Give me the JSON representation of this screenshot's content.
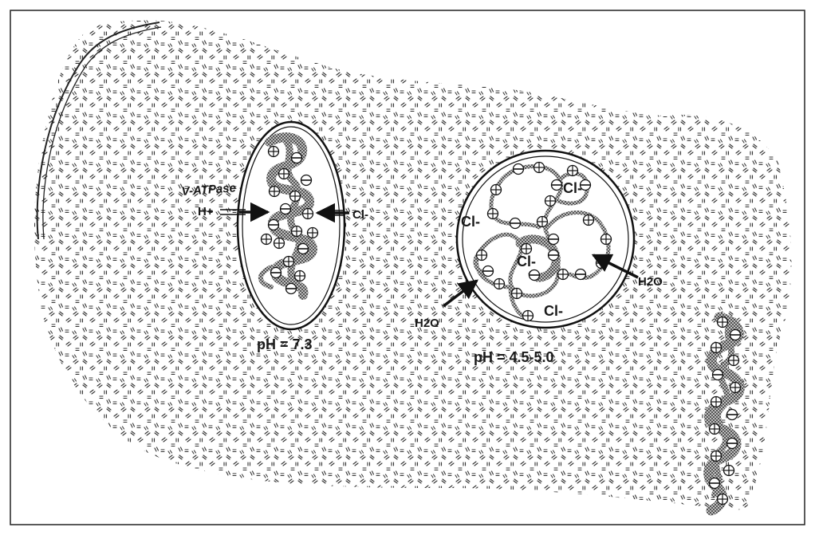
{
  "labels": {
    "vatpase": "V-ATPase",
    "h_plus": "H+",
    "cl_left": "Cl-",
    "ph_neutral": "pH = 7.3",
    "cl_top": "Cl-",
    "cl_left_lyso": "Cl-",
    "cl_center": "Cl-",
    "cl_bottom": "Cl-",
    "h2o_left": "H2O",
    "h2o_right": "H2O",
    "ph_acidic": "pH = 4.5-5.0"
  },
  "colors": {
    "ink": "#1a1a1a",
    "membrane": "#2a2a2a",
    "chain_fill": "#9a9a9a",
    "background": "#ffffff"
  },
  "icons": {
    "positive_charge": "circle-plus-icon",
    "negative_charge": "circle-minus-icon"
  }
}
